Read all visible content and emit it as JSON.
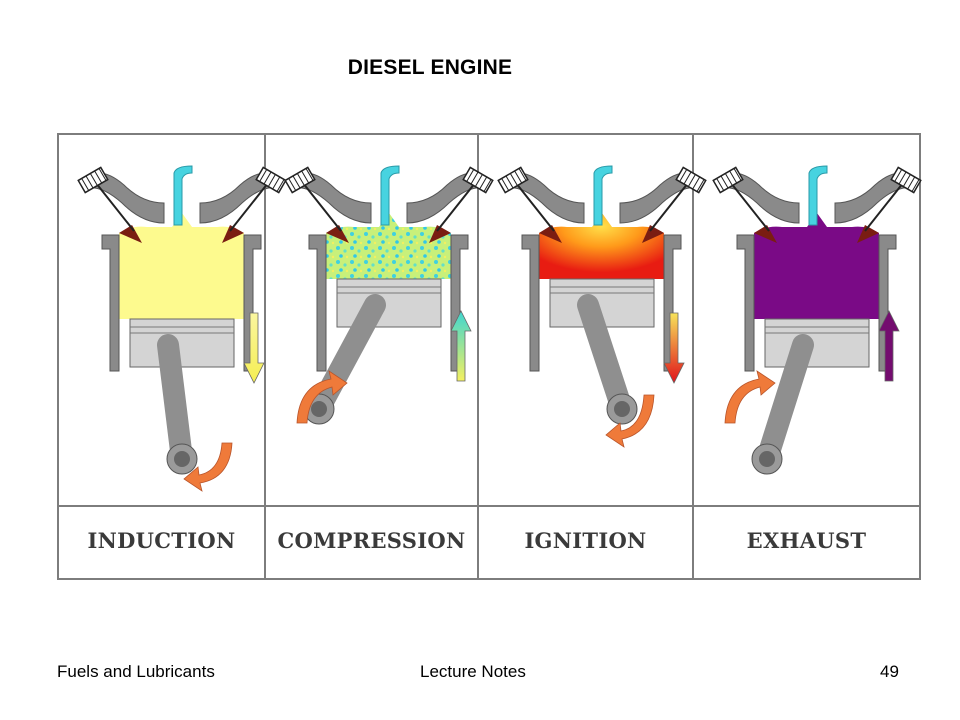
{
  "slide": {
    "title": "DIESEL ENGINE",
    "footer": {
      "left": "Fuels and Lubricants",
      "center": "Lecture Notes",
      "right": "49"
    }
  },
  "diagram": {
    "stages": [
      {
        "label": "INDUCTION",
        "gas_color": "#fdfa8e",
        "piston": "down",
        "stroke_arrow": "down",
        "arrow_color": "#f6f27a",
        "rotation_arrow": "bottom"
      },
      {
        "label": "COMPRESSION",
        "gas_color": "#b7e79a",
        "piston": "up",
        "stroke_arrow": "up",
        "arrow_color": "#5fd9c8",
        "rotation_arrow": "left"
      },
      {
        "label": "IGNITION",
        "gas_color": "#f23a1a",
        "piston": "up",
        "stroke_arrow": "down",
        "arrow_color": "#e8261a",
        "rotation_arrow": "right"
      },
      {
        "label": "EXHAUST",
        "gas_color": "#7a0a86",
        "piston": "mid",
        "stroke_arrow": "up",
        "arrow_color": "#740c6f",
        "rotation_arrow": "left"
      }
    ],
    "colors": {
      "engine_gray": "#8a8a8a",
      "piston_light": "#d4d4d4",
      "injector": "#47d3e0",
      "rotation_arrow": "#ef7a3a"
    }
  }
}
